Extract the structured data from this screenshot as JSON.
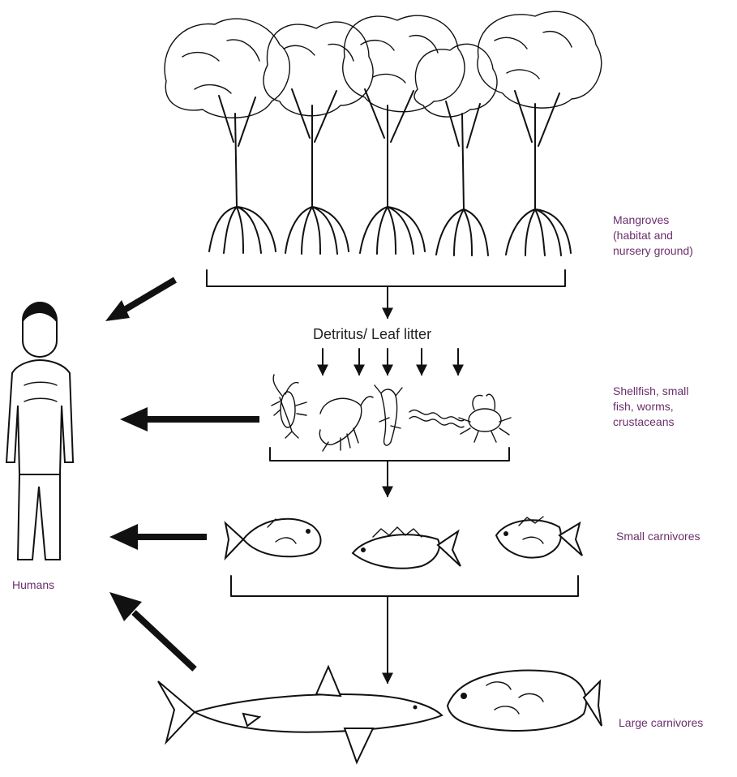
{
  "labels": {
    "mangroves": "Mangroves\n(habitat and\nnursery ground)",
    "detritus": "Detritus/ Leaf litter",
    "shellfish": "Shellfish, small\nfish, worms,\ncrustaceans",
    "small_carnivores": "Small carnivores",
    "large_carnivores": "Large carnivores",
    "humans": "Humans"
  },
  "colors": {
    "label": "#6b2f6b",
    "ink": "#111111"
  },
  "icons": [
    "mangrove-tree-icon",
    "human-figure-icon",
    "lobster-icon",
    "shrimp-icon",
    "prawn-icon",
    "worm-icon",
    "crab-icon",
    "fish-icon",
    "shark-icon",
    "grouper-icon"
  ]
}
